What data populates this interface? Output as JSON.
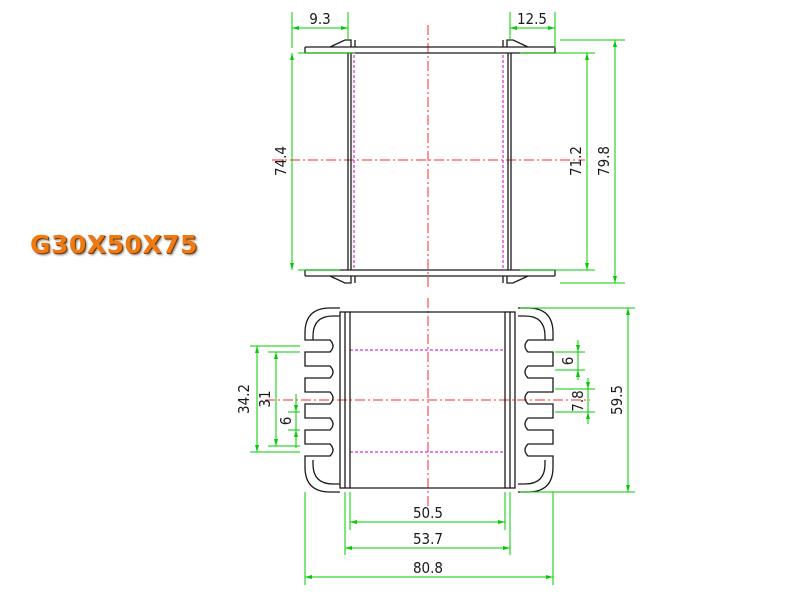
{
  "model": {
    "title": "G30X50X75"
  },
  "colors": {
    "outline": "#1a1a1a",
    "dimension": "#00cc00",
    "center": "#ff2a2a",
    "hidden": "#cc00cc"
  },
  "dimensions": {
    "top_left_flange": "9.3",
    "top_right_flange": "12.5",
    "inner_height": "74.4",
    "core_height": "71.2",
    "overall_height": "79.8",
    "left_outer_slot": "34.2",
    "left_inner_slot": "31",
    "left_slot_width": "6",
    "right_slot_width": "6",
    "right_pin_spacing": "7.8",
    "overall_depth": "59.5",
    "window_width": "50.5",
    "body_width": "53.7",
    "overall_width": "80.8"
  }
}
